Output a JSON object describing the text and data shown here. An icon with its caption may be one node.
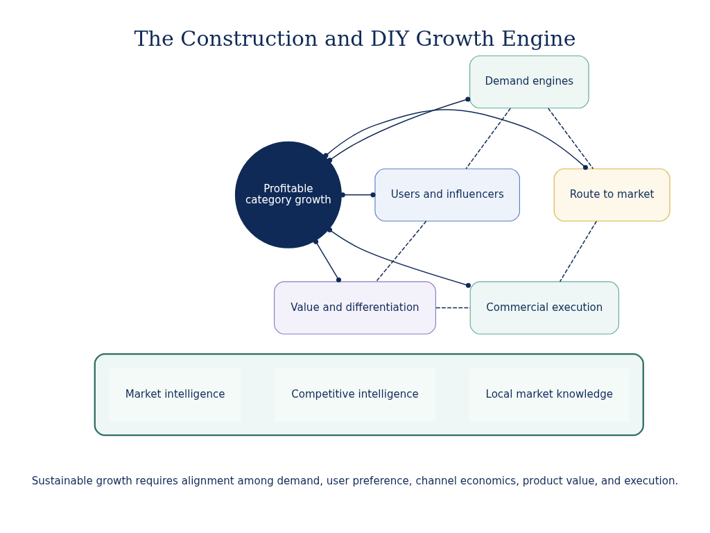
{
  "diagram": {
    "title": "The Construction and DIY Growth Engine",
    "caption": "Sustainable growth requires alignment among demand, user preference, channel economics, product value, and execution.",
    "nodes": [
      {
        "text": [
          "Profitable category growth"
        ]
      },
      {
        "text": [
          "Demand engines"
        ]
      },
      {
        "text": [
          "Users and influencers"
        ]
      },
      {
        "text": [
          "Route to market"
        ]
      },
      {
        "text": [
          "Value and differentiation"
        ]
      },
      {
        "text": [
          "Commercial execution"
        ]
      },
      {
        "text": [],
        "shape": "bar"
      },
      {
        "text": [
          "Market intelligence"
        ],
        "in": 6
      },
      {
        "text": [
          "Competitive intelligence"
        ],
        "in": 6
      },
      {
        "text": [
          "Local market knowledge"
        ],
        "in": 6
      }
    ],
    "edges": [
      {
        "from": 0,
        "to": 1,
        "arrow": "other"
      },
      {
        "from": 0,
        "to": 2,
        "arrow": "other"
      },
      {
        "from": 0,
        "to": 3,
        "arrow": "other"
      },
      {
        "from": 0,
        "to": 4,
        "arrow": "other"
      },
      {
        "from": 0,
        "to": 5,
        "arrow": "other"
      },
      {
        "from": 1,
        "to": 2,
        "arrow": "none",
        "style": "dashed"
      },
      {
        "from": 1,
        "to": 3,
        "arrow": "none",
        "style": "dashed"
      },
      {
        "from": 2,
        "to": 4,
        "arrow": "none",
        "style": "dashed"
      },
      {
        "from": 3,
        "to": 5,
        "arrow": "none",
        "style": "dashed"
      },
      {
        "from": 4,
        "to": 5,
        "arrow": "none",
        "style": "dashed"
      }
    ]
  }
}
